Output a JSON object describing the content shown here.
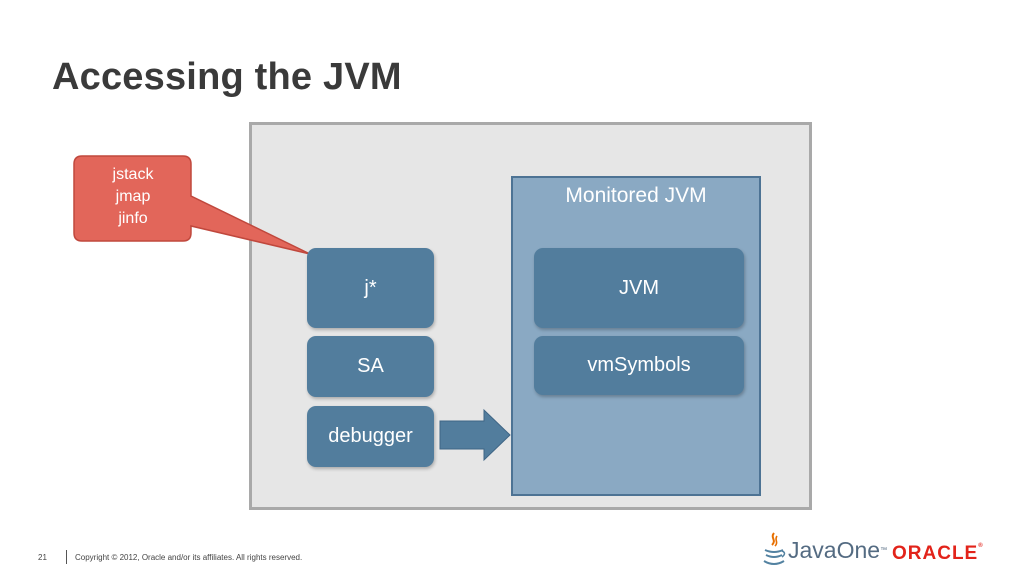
{
  "slide": {
    "title": "Accessing the JVM"
  },
  "callout": {
    "lines": [
      "jstack",
      "jmap",
      "jinfo"
    ]
  },
  "host_tools": {
    "jstar": "j*",
    "sa": "SA",
    "debugger": "debugger"
  },
  "monitored": {
    "title": "Monitored JVM",
    "jvm": "JVM",
    "vmsymbols": "vmSymbols"
  },
  "footer": {
    "page_number": "21",
    "copyright": "Copyright © 2012, Oracle and/or its affiliates. All rights reserved.",
    "javaone": "JavaOne",
    "javaone_tm": "™",
    "oracle": "ORACLE",
    "oracle_tm": "®"
  },
  "colors": {
    "block_blue": "#527d9d",
    "monitored_bg": "#8aa9c3",
    "callout_red": "#e2665a",
    "oracle_red": "#e2231a"
  }
}
